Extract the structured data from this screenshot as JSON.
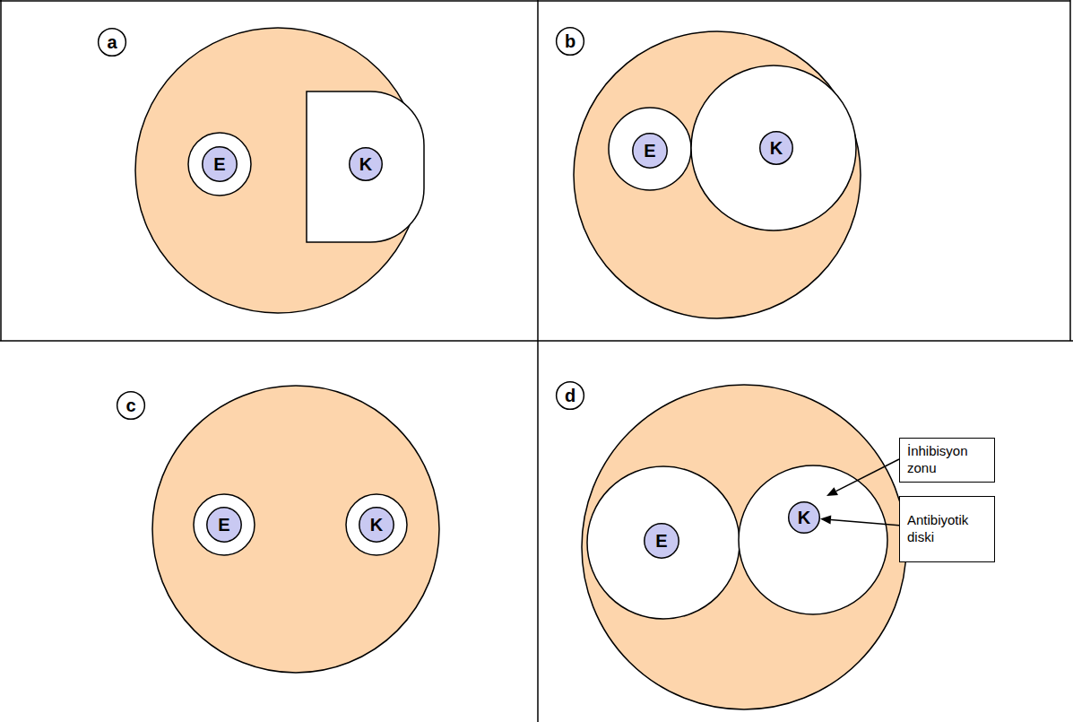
{
  "diagram": {
    "nodes": [
      {
        "text": [
          "a"
        ]
      },
      {
        "text": [
          "E"
        ]
      },
      {
        "text": [
          "K"
        ]
      },
      {
        "text": [
          "b"
        ]
      },
      {
        "text": [
          "E"
        ]
      },
      {
        "text": [
          "K"
        ]
      },
      {
        "text": [
          "c"
        ]
      },
      {
        "text": [
          "E"
        ]
      },
      {
        "text": [
          "K"
        ]
      },
      {
        "text": [
          "d"
        ]
      },
      {
        "text": [
          "E"
        ]
      },
      {
        "text": [
          "K"
        ]
      },
      {
        "text": [
          "İnhibisyon zonu"
        ]
      },
      {
        "text": [
          "Antibiyotik diski"
        ]
      }
    ],
    "edges": [
      {
        "from": 13,
        "to": 11,
        "arrow": "to"
      }
    ]
  }
}
